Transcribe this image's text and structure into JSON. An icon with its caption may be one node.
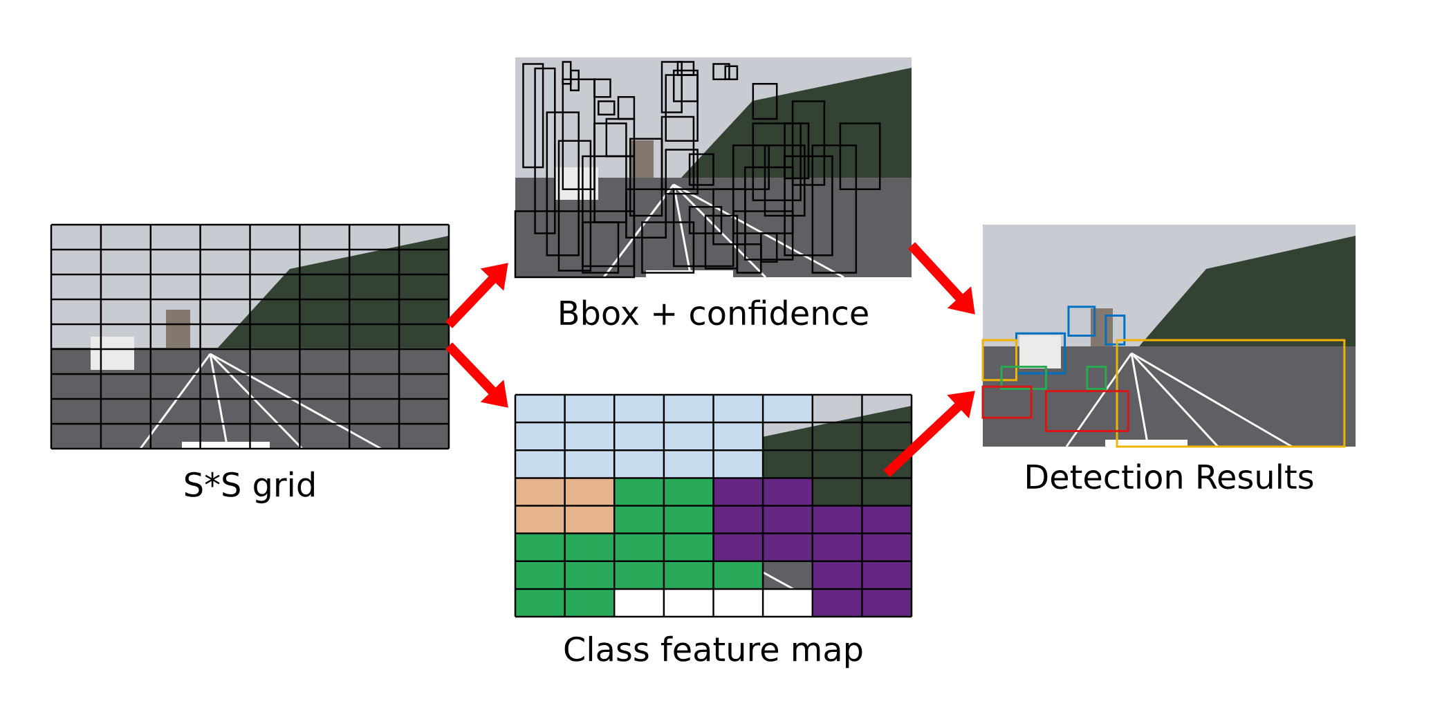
{
  "diagram": {
    "nodes": [
      {
        "text": [
          "S*S grid"
        ]
      },
      {
        "text": [
          "Bbox + confidence"
        ]
      },
      {
        "text": [
          "Class feature map"
        ]
      },
      {
        "text": [
          "Detection Results"
        ]
      }
    ],
    "edges": [
      {
        "from": 0,
        "to": 1,
        "arrow": "to"
      },
      {
        "from": 0,
        "to": 2,
        "arrow": "to"
      },
      {
        "from": 1,
        "to": 3,
        "arrow": "to"
      },
      {
        "from": 2,
        "to": 3,
        "arrow": "to"
      }
    ]
  }
}
